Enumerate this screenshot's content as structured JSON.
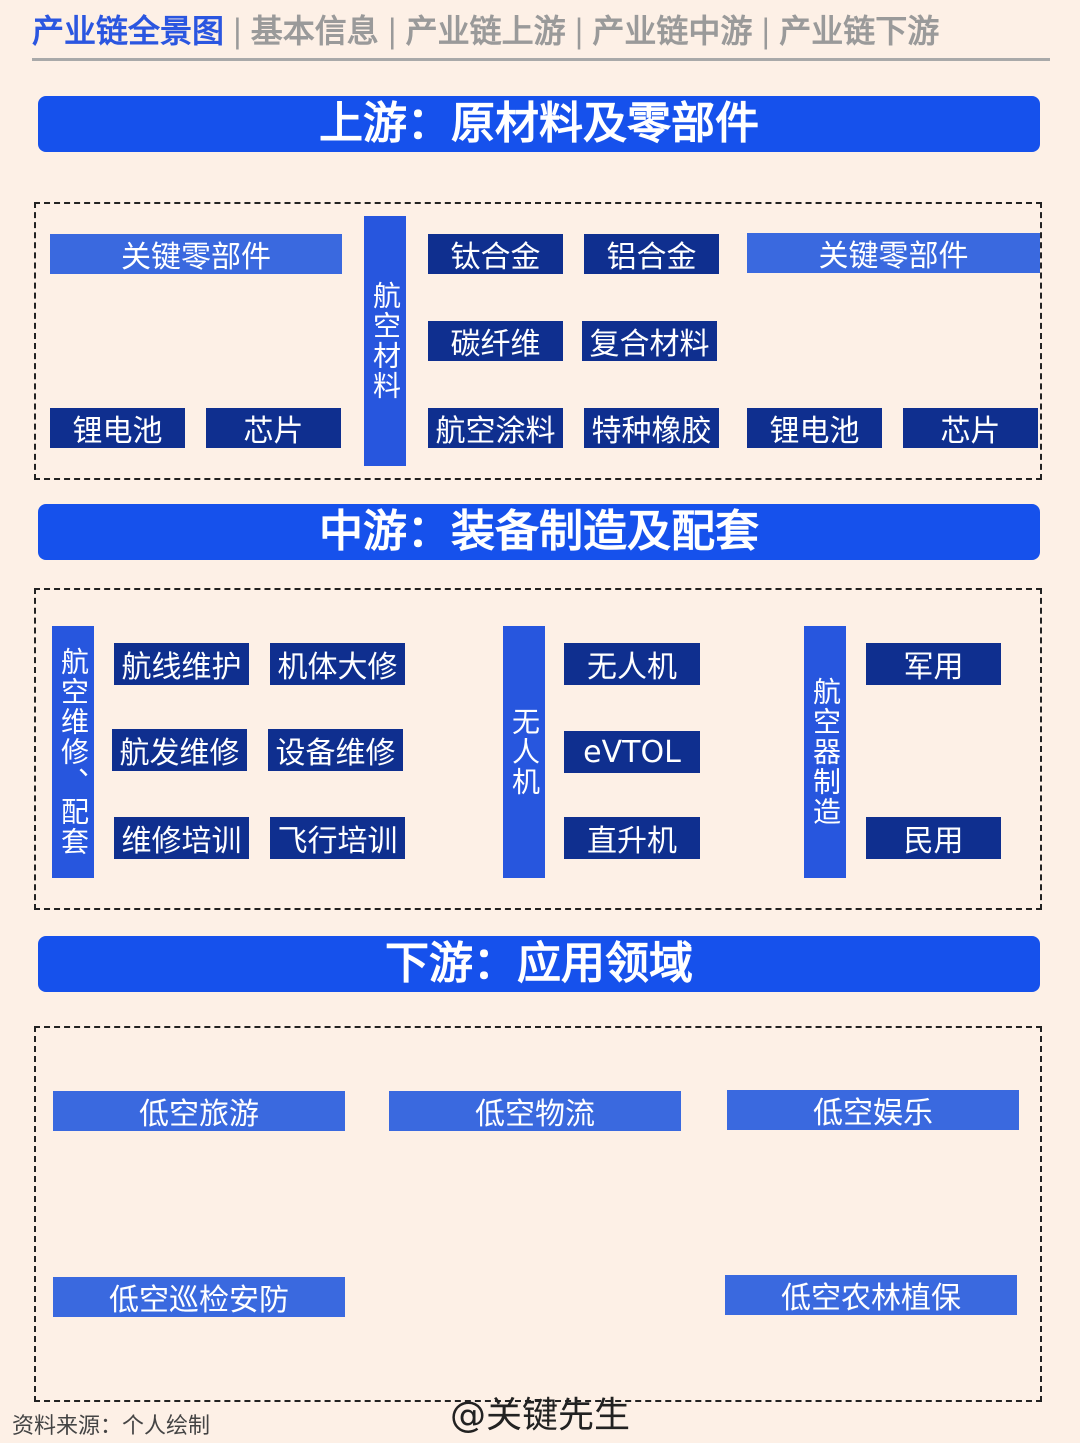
{
  "nav": {
    "active": "产业链全景图",
    "separator": "|",
    "tabs": [
      "基本信息",
      "产业链上游",
      "产业链中游",
      "产业链下游"
    ]
  },
  "upstream": {
    "title": "上游：原材料及零部件",
    "left_header": "关键零部件",
    "left_items": [
      "锂电池",
      "芯片"
    ],
    "aviation_label": "航空材料",
    "materials": [
      "钛合金",
      "铝合金",
      "碳纤维",
      "复合材料",
      "航空涂料",
      "特种橡胶"
    ],
    "right_header": "关键零部件",
    "right_items": [
      "锂电池",
      "芯片"
    ]
  },
  "midstream": {
    "title": "中游：装备制造及配套",
    "maintenance_label": "航空维修、配套",
    "maintenance_items": [
      "航线维护",
      "机体大修",
      "航发维修",
      "设备维修",
      "维修培训",
      "飞行培训"
    ],
    "uav_label": "无人机",
    "uav_items": [
      "无人机",
      "eVTOL",
      "直升机"
    ],
    "aircraft_label": "航空器制造",
    "aircraft_items": [
      "军用",
      "民用"
    ]
  },
  "downstream": {
    "title": "下游：应用领域",
    "items": [
      "低空旅游",
      "低空物流",
      "低空娱乐",
      "低空巡检安防",
      "低空农林植保"
    ]
  },
  "footer": {
    "watermark": "@关键先生",
    "source": "资料来源：个人绘制"
  },
  "colors": {
    "background": "#fdf0e6",
    "banner": "#1651ec",
    "navy_box": "#0f2f8f",
    "blue_box": "#2756de",
    "active_tab": "#2b56e0",
    "inactive_tab": "#9a9a9a"
  }
}
